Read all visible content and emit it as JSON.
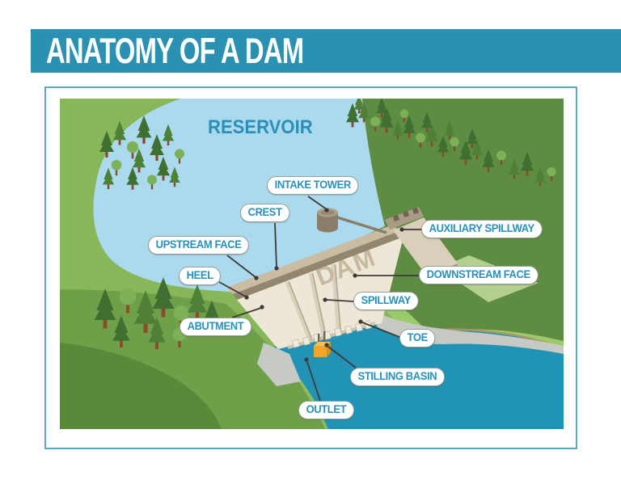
{
  "header": {
    "title": "ANATOMY OF A DAM"
  },
  "diagram": {
    "reservoir_label": "RESERVOIR",
    "dam_label": "DAM",
    "callouts": [
      {
        "id": "intake-tower",
        "label": "INTAKE TOWER"
      },
      {
        "id": "crest",
        "label": "CREST"
      },
      {
        "id": "upstream-face",
        "label": "UPSTREAM FACE"
      },
      {
        "id": "heel",
        "label": "HEEL"
      },
      {
        "id": "abutment",
        "label": "ABUTMENT"
      },
      {
        "id": "auxiliary-spillway",
        "label": "AUXILIARY SPILLWAY"
      },
      {
        "id": "downstream-face",
        "label": "DOWNSTREAM FACE"
      },
      {
        "id": "spillway",
        "label": "SPILLWAY"
      },
      {
        "id": "toe",
        "label": "TOE"
      },
      {
        "id": "stilling-basin",
        "label": "STILLING BASIN"
      },
      {
        "id": "outlet",
        "label": "OUTLET"
      }
    ],
    "colors": {
      "header_teal": "#2b91b3",
      "label_text_teal": "#2691bc",
      "card_border": "#5aa8c3",
      "reservoir_water": "#abdaef",
      "river_water": "#2193b6",
      "land_base_green": "#87b758",
      "hill_dark_green": "#5e8c42",
      "hill_light_band": "#9cca6b",
      "foreground_green": "#6fa049",
      "foreground_dark_green": "#588a39",
      "dam_concrete": "#ede7d7",
      "dam_crest_tan": "#c9bca2",
      "outlet_orange": "#f2a52b",
      "concrete_gray": "#c6c9c4",
      "connector_line": "#3e3a36"
    }
  }
}
